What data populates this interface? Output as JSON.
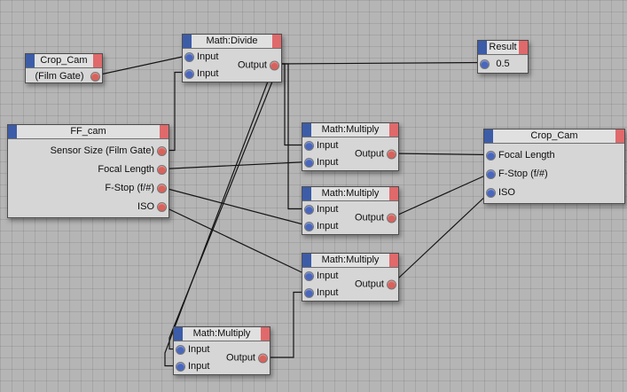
{
  "nodes": {
    "crop_cam_source": {
      "title": "Crop_Cam",
      "output_label": "(Film Gate)"
    },
    "math_divide": {
      "title": "Math:Divide",
      "input_1": "Input",
      "input_2": "Input",
      "output": "Output"
    },
    "result": {
      "title": "Result",
      "value": "0.5"
    },
    "ff_cam": {
      "title": "FF_cam",
      "output_1": "Sensor Size (Film Gate)",
      "output_2": "Focal Length",
      "output_3": "F-Stop (f/#)",
      "output_4": "ISO"
    },
    "multiply_1": {
      "title": "Math:Multiply",
      "input_1": "Input",
      "input_2": "Input",
      "output": "Output"
    },
    "multiply_2": {
      "title": "Math:Multiply",
      "input_1": "Input",
      "input_2": "Input",
      "output": "Output"
    },
    "multiply_3": {
      "title": "Math:Multiply",
      "input_1": "Input",
      "input_2": "Input",
      "output": "Output"
    },
    "multiply_4": {
      "title": "Math:Multiply",
      "input_1": "Input",
      "input_2": "Input",
      "output": "Output"
    },
    "crop_cam_target": {
      "title": "Crop_Cam",
      "input_1": "Focal Length",
      "input_2": "F-Stop (f/#)",
      "input_3": "ISO"
    }
  },
  "colors": {
    "canvas_bg": "#b5b5b5",
    "node_body": "#d6d6d6",
    "title_accent_left": "#3c5ca8",
    "title_accent_right": "#e0696b",
    "input_port": "#4a67bd",
    "output_port": "#d8625c",
    "wire": "#141414"
  },
  "edges": [
    {
      "from": "crop_cam_source.film_gate",
      "to": "math_divide.input_1"
    },
    {
      "from": "ff_cam.sensor_size_film_gate",
      "to": "math_divide.input_2"
    },
    {
      "from": "math_divide.output",
      "to": "result.input"
    },
    {
      "from": "math_divide.output",
      "to": "multiply_1.input_1"
    },
    {
      "from": "math_divide.output",
      "to": "multiply_2.input_1"
    },
    {
      "from": "math_divide.output",
      "to": "multiply_4.input_1"
    },
    {
      "from": "math_divide.output",
      "to": "multiply_4.input_2"
    },
    {
      "from": "ff_cam.focal_length",
      "to": "multiply_1.input_2"
    },
    {
      "from": "ff_cam.f_stop",
      "to": "multiply_2.input_2"
    },
    {
      "from": "ff_cam.iso",
      "to": "multiply_3.input_1"
    },
    {
      "from": "multiply_4.output",
      "to": "multiply_3.input_2"
    },
    {
      "from": "multiply_1.output",
      "to": "crop_cam_target.focal_length"
    },
    {
      "from": "multiply_2.output",
      "to": "crop_cam_target.f_stop"
    },
    {
      "from": "multiply_3.output",
      "to": "crop_cam_target.iso"
    }
  ]
}
